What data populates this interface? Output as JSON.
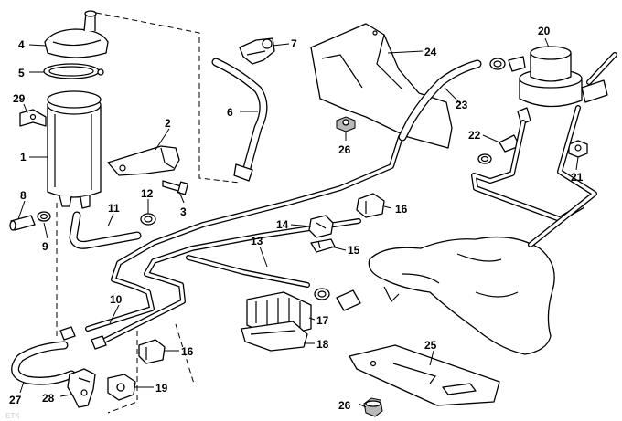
{
  "diagram": {
    "callouts": [
      {
        "id": "4",
        "label": "4"
      },
      {
        "id": "5",
        "label": "5"
      },
      {
        "id": "29",
        "label": "29"
      },
      {
        "id": "1",
        "label": "1"
      },
      {
        "id": "2",
        "label": "2"
      },
      {
        "id": "3",
        "label": "3"
      },
      {
        "id": "6",
        "label": "6"
      },
      {
        "id": "7",
        "label": "7"
      },
      {
        "id": "8",
        "label": "8"
      },
      {
        "id": "9",
        "label": "9"
      },
      {
        "id": "11",
        "label": "11"
      },
      {
        "id": "12",
        "label": "12"
      },
      {
        "id": "10",
        "label": "10"
      },
      {
        "id": "13",
        "label": "13"
      },
      {
        "id": "14",
        "label": "14"
      },
      {
        "id": "15",
        "label": "15"
      },
      {
        "id": "16a",
        "label": "16"
      },
      {
        "id": "16b",
        "label": "16"
      },
      {
        "id": "17",
        "label": "17"
      },
      {
        "id": "18",
        "label": "18"
      },
      {
        "id": "19",
        "label": "19"
      },
      {
        "id": "20",
        "label": "20"
      },
      {
        "id": "21",
        "label": "21"
      },
      {
        "id": "22",
        "label": "22"
      },
      {
        "id": "23",
        "label": "23"
      },
      {
        "id": "24",
        "label": "24"
      },
      {
        "id": "25",
        "label": "25"
      },
      {
        "id": "26a",
        "label": "26"
      },
      {
        "id": "26b",
        "label": "26"
      },
      {
        "id": "27",
        "label": "27"
      },
      {
        "id": "28",
        "label": "28"
      }
    ],
    "watermark": "ETK"
  }
}
